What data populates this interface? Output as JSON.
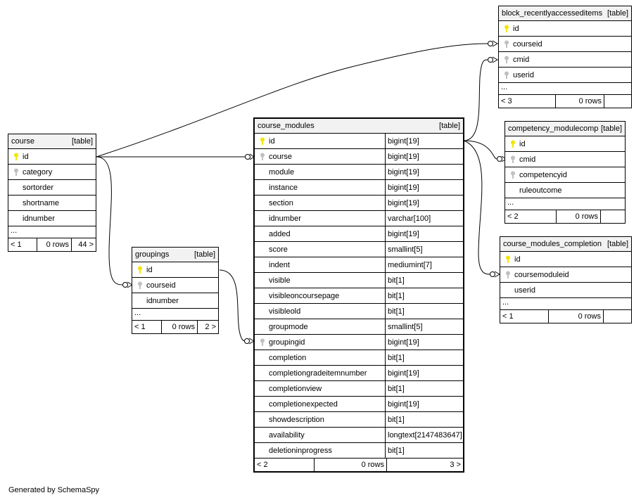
{
  "footer_text": "Generated by SchemaSpy",
  "icons": {
    "primary_key": "key-icon-yellow",
    "foreign_key": "key-icon-gray"
  },
  "colors": {
    "primary_key": "#f2e600",
    "foreign_key": "#c0c0c0",
    "header_bg": "#f2f2f2",
    "line": "#000000"
  },
  "tables": {
    "course": {
      "name": "course",
      "kind": "[table]",
      "columns": [
        {
          "name": "id",
          "key": "pk"
        },
        {
          "name": "category",
          "key": "fk"
        },
        {
          "name": "sortorder",
          "key": ""
        },
        {
          "name": "shortname",
          "key": ""
        },
        {
          "name": "idnumber",
          "key": ""
        }
      ],
      "ellipsis": "...",
      "footer": {
        "parents": "< 1",
        "rows": "0 rows",
        "children": "44 >"
      }
    },
    "groupings": {
      "name": "groupings",
      "kind": "[table]",
      "columns": [
        {
          "name": "id",
          "key": "pk"
        },
        {
          "name": "courseid",
          "key": "fk"
        },
        {
          "name": "idnumber",
          "key": ""
        }
      ],
      "ellipsis": "...",
      "footer": {
        "parents": "< 1",
        "rows": "0 rows",
        "children": "2 >"
      }
    },
    "course_modules": {
      "name": "course_modules",
      "kind": "[table]",
      "columns": [
        {
          "name": "id",
          "type": "bigint[19]",
          "key": "pk"
        },
        {
          "name": "course",
          "type": "bigint[19]",
          "key": "fk"
        },
        {
          "name": "module",
          "type": "bigint[19]",
          "key": ""
        },
        {
          "name": "instance",
          "type": "bigint[19]",
          "key": ""
        },
        {
          "name": "section",
          "type": "bigint[19]",
          "key": ""
        },
        {
          "name": "idnumber",
          "type": "varchar[100]",
          "key": ""
        },
        {
          "name": "added",
          "type": "bigint[19]",
          "key": ""
        },
        {
          "name": "score",
          "type": "smallint[5]",
          "key": ""
        },
        {
          "name": "indent",
          "type": "mediumint[7]",
          "key": ""
        },
        {
          "name": "visible",
          "type": "bit[1]",
          "key": ""
        },
        {
          "name": "visibleoncoursepage",
          "type": "bit[1]",
          "key": ""
        },
        {
          "name": "visibleold",
          "type": "bit[1]",
          "key": ""
        },
        {
          "name": "groupmode",
          "type": "smallint[5]",
          "key": ""
        },
        {
          "name": "groupingid",
          "type": "bigint[19]",
          "key": "fk"
        },
        {
          "name": "completion",
          "type": "bit[1]",
          "key": ""
        },
        {
          "name": "completiongradeitemnumber",
          "type": "bigint[19]",
          "key": ""
        },
        {
          "name": "completionview",
          "type": "bit[1]",
          "key": ""
        },
        {
          "name": "completionexpected",
          "type": "bigint[19]",
          "key": ""
        },
        {
          "name": "showdescription",
          "type": "bit[1]",
          "key": ""
        },
        {
          "name": "availability",
          "type": "longtext[2147483647]",
          "key": ""
        },
        {
          "name": "deletioninprogress",
          "type": "bit[1]",
          "key": ""
        }
      ],
      "footer": {
        "parents": "< 2",
        "rows": "0 rows",
        "children": "3 >"
      }
    },
    "block_recentlyaccesseditems": {
      "name": "block_recentlyaccesseditems",
      "kind": "[table]",
      "columns": [
        {
          "name": "id",
          "key": "pk"
        },
        {
          "name": "courseid",
          "key": "fk"
        },
        {
          "name": "cmid",
          "key": "fk"
        },
        {
          "name": "userid",
          "key": "fk"
        }
      ],
      "ellipsis": "...",
      "footer": {
        "parents": "< 3",
        "rows": "0 rows",
        "children": ""
      }
    },
    "competency_modulecomp": {
      "name": "competency_modulecomp",
      "kind": "[table]",
      "columns": [
        {
          "name": "id",
          "key": "pk"
        },
        {
          "name": "cmid",
          "key": "fk"
        },
        {
          "name": "competencyid",
          "key": "fk"
        },
        {
          "name": "ruleoutcome",
          "key": ""
        }
      ],
      "ellipsis": "...",
      "footer": {
        "parents": "< 2",
        "rows": "0 rows",
        "children": ""
      }
    },
    "course_modules_completion": {
      "name": "course_modules_completion",
      "kind": "[table]",
      "columns": [
        {
          "name": "id",
          "key": "pk"
        },
        {
          "name": "coursemoduleid",
          "key": "fk"
        },
        {
          "name": "userid",
          "key": ""
        }
      ],
      "ellipsis": "...",
      "footer": {
        "parents": "< 1",
        "rows": "0 rows",
        "children": ""
      }
    }
  },
  "relationships": [
    {
      "from": "course.id",
      "to": "course_modules.course"
    },
    {
      "from": "course.id",
      "to": "groupings.courseid"
    },
    {
      "from": "course.id",
      "to": "block_recentlyaccesseditems.courseid"
    },
    {
      "from": "groupings.id",
      "to": "course_modules.groupingid"
    },
    {
      "from": "course_modules.id",
      "to": "block_recentlyaccesseditems.cmid"
    },
    {
      "from": "course_modules.id",
      "to": "competency_modulecomp.cmid"
    },
    {
      "from": "course_modules.id",
      "to": "course_modules_completion.coursemoduleid"
    }
  ]
}
